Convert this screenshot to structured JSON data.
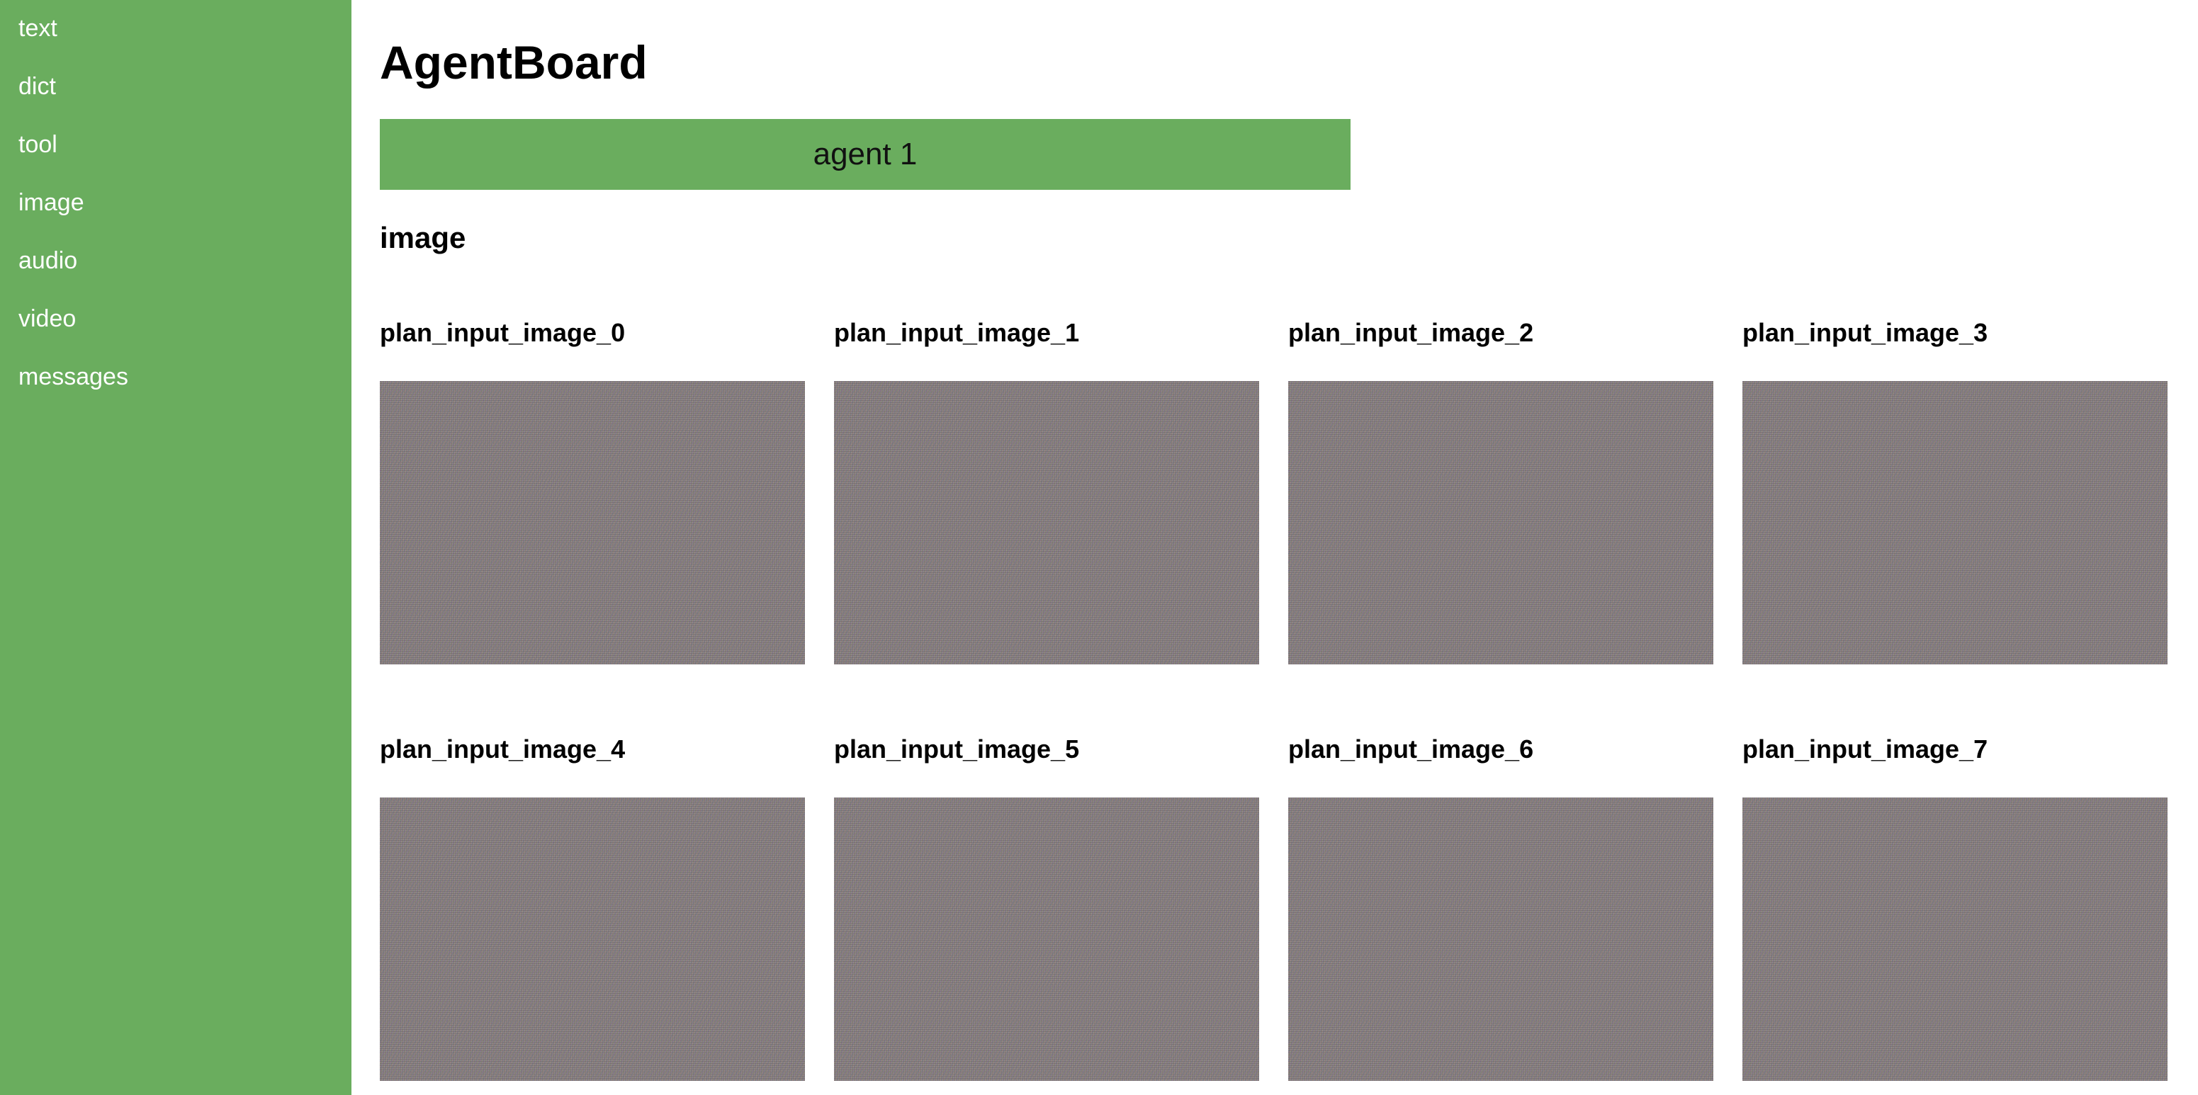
{
  "sidebar": {
    "items": [
      {
        "label": "text"
      },
      {
        "label": "dict"
      },
      {
        "label": "tool"
      },
      {
        "label": "image"
      },
      {
        "label": "audio"
      },
      {
        "label": "video"
      },
      {
        "label": "messages"
      }
    ]
  },
  "header": {
    "title": "AgentBoard"
  },
  "agent_tab": {
    "label": "agent 1"
  },
  "section": {
    "title": "image"
  },
  "images": [
    {
      "title": "plan_input_image_0"
    },
    {
      "title": "plan_input_image_1"
    },
    {
      "title": "plan_input_image_2"
    },
    {
      "title": "plan_input_image_3"
    },
    {
      "title": "plan_input_image_4"
    },
    {
      "title": "plan_input_image_5"
    },
    {
      "title": "plan_input_image_6"
    },
    {
      "title": "plan_input_image_7"
    }
  ],
  "colors": {
    "accent": "#6aad5e",
    "sidebar_text": "#ffffff",
    "background": "#ffffff"
  }
}
